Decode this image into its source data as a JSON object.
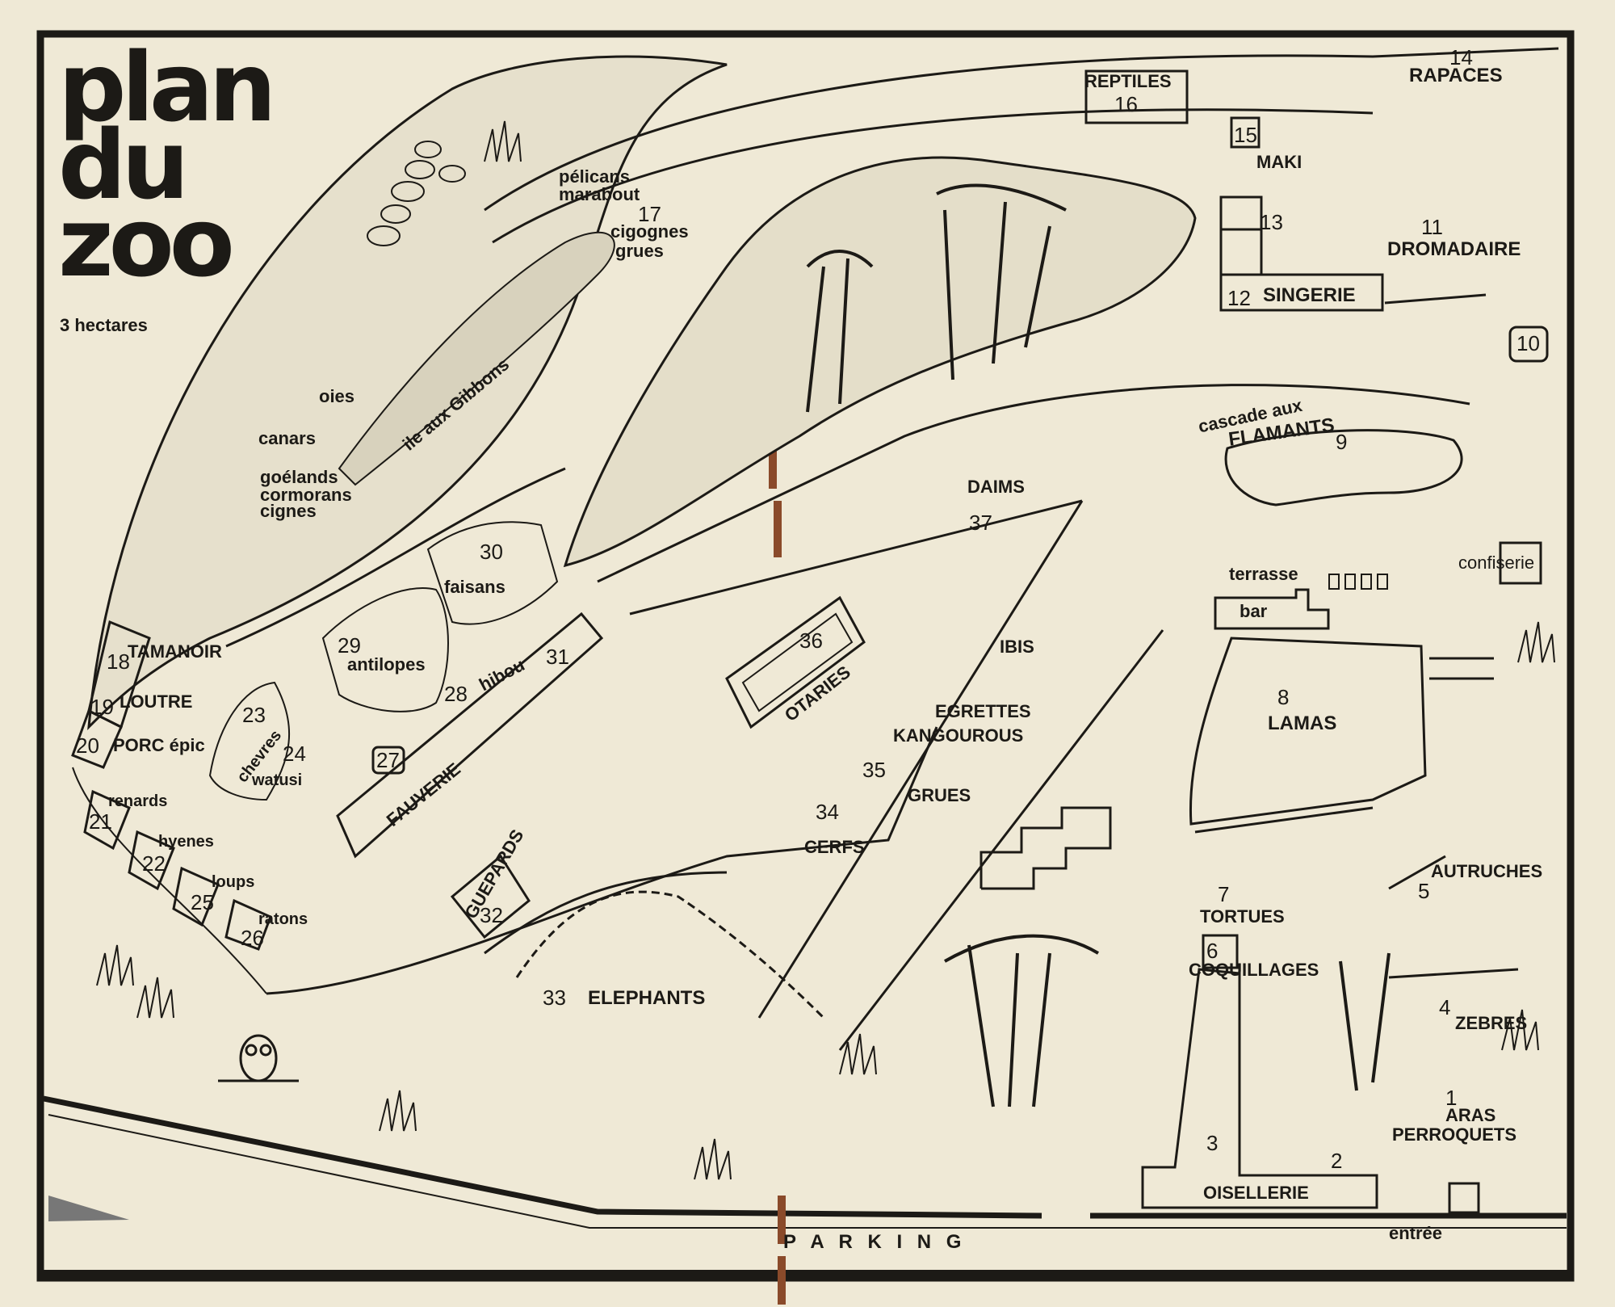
{
  "title": {
    "line1": "plan",
    "line2": "du",
    "line3": "zoo"
  },
  "subtitle": "3 hectares",
  "labels": {
    "rapaces_num": "14",
    "rapaces": "RAPACES",
    "reptiles": "REPTILES",
    "reptiles_num": "16",
    "maki_num": "15",
    "maki": "MAKI",
    "num13": "13",
    "num11": "11",
    "dromadaire": "DROMADAIRE",
    "num12": "12",
    "singerie": "SINGERIE",
    "num10": "10",
    "pelicans": "pélicans",
    "marabout": "marabout",
    "num17": "17",
    "cigognes": "cigognes",
    "grues_top": "grues",
    "oies": "oies",
    "ile_gibbons": "ile aux Gibbons",
    "canars": "canars",
    "goelands": "goélands",
    "cormorans": "cormorans",
    "cignes": "cignes",
    "cascade": "cascade aux",
    "flamants": "FLAMANTS",
    "num9": "9",
    "daims": "DAIMS",
    "num37": "37",
    "confiserie": "confiserie",
    "terrasse": "terrasse",
    "bar": "bar",
    "num30": "30",
    "faisans": "faisans",
    "num29": "29",
    "antilopes": "antilopes",
    "hibou": "hibou",
    "num28": "28",
    "num31": "31",
    "num36": "36",
    "otaries": "OTARIES",
    "ibis": "IBIS",
    "num8": "8",
    "lamas": "LAMAS",
    "egrettes": "EGRETTES",
    "kangourous": "KANGOUROUS",
    "num35": "35",
    "grues": "GRUES",
    "num34": "34",
    "cerfs": "CERFS",
    "num18": "18",
    "tamanoir": "TAMANOIR",
    "num19": "19",
    "loutre": "LOUTRE",
    "num20": "20",
    "porc_epic": "PORC épic",
    "num23": "23",
    "chevres": "chevres",
    "num24": "24",
    "watusi": "watusi",
    "num27": "27",
    "fauverie": "FAUVERIE",
    "renards": "renards",
    "num21": "21",
    "hyenes": "hyenes",
    "num22": "22",
    "loups": "loups",
    "num25": "25",
    "ratons": "ratons",
    "num26": "26",
    "guepards": "GUEPARDS",
    "num32": "32",
    "num33": "33",
    "elephants": "ELEPHANTS",
    "num7": "7",
    "tortues": "TORTUES",
    "num6": "6",
    "coquillages": "COQUILLAGES",
    "autruches": "AUTRUCHES",
    "num5": "5",
    "num4": "4",
    "zebres": "ZEBRES",
    "num1": "1",
    "aras": "ARAS",
    "perroquets": "PERROQUETS",
    "num3": "3",
    "num2": "2",
    "oisellerie": "OISELLERIE",
    "parking": "P A R K I N G",
    "entree": "entrée"
  },
  "colors": {
    "paper": "#efe9d6",
    "ink": "#1c1a16",
    "binding": "#8a4a2a"
  }
}
